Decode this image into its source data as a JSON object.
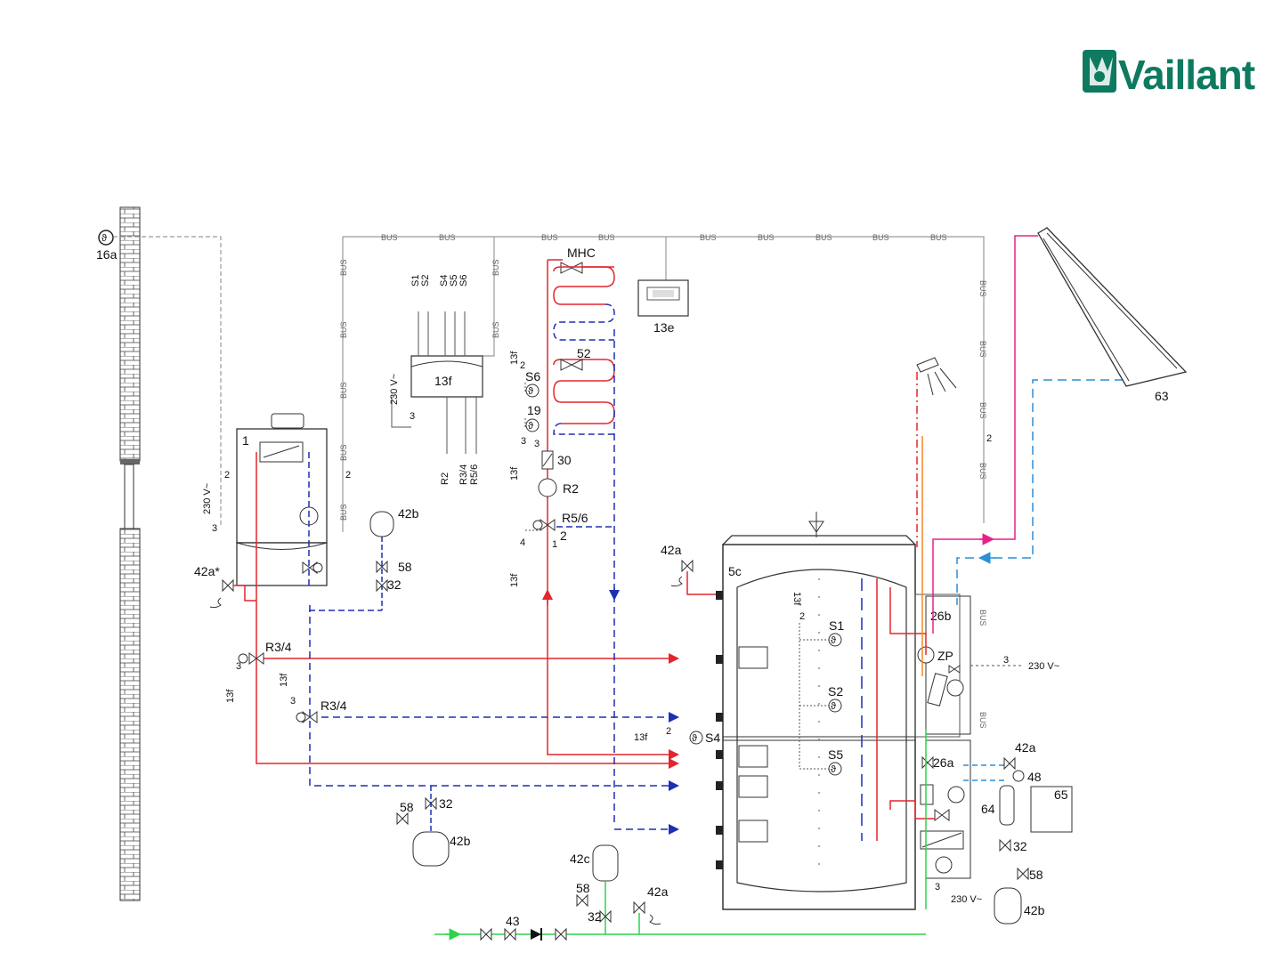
{
  "brand": {
    "name": "Vaillant",
    "color": "#0e7a5f"
  },
  "colors": {
    "flow": "#e3262c",
    "return": "#1f2fb4",
    "cold": "#2bd44a",
    "solar_flow": "#e8208a",
    "solar_return": "#2a8fd8",
    "bus": "#9a9a9a",
    "dhw": "#f08a24"
  },
  "bus_label": "BUS",
  "voltage_label": "230 V~",
  "labels": {
    "sensor_outdoor": "16a",
    "boiler": "1",
    "controller": "13e",
    "module": "13f",
    "mhc": "MHC",
    "valve_52": "52",
    "sensor_s6": "S6",
    "sensor_19": "19",
    "part_30": "30",
    "pump_r2": "R2",
    "mixer_r56": "R5/6",
    "mixer_r34": "R3/4",
    "vessel_42b": "42b",
    "vessel_42c": "42c",
    "valve_42a": "42a",
    "valve_42a_star": "42a*",
    "valve_58": "58",
    "valve_32": "32",
    "valve_43": "43",
    "tank": "5c",
    "sensor_s1": "S1",
    "sensor_s2": "S2",
    "sensor_s4": "S4",
    "sensor_s5": "S5",
    "solar_station": "26b",
    "zp": "ZP",
    "valve_26a": "26a",
    "part_48": "48",
    "vessel_64": "64",
    "vessel_65": "65",
    "collector": "63",
    "wire_2": "2",
    "wire_3": "3",
    "wire_4": "4",
    "num_1": "1"
  },
  "module_inputs": [
    "S1",
    "S2",
    "S4",
    "S5",
    "S6"
  ],
  "module_outputs": [
    "R2",
    "R3/4",
    "R5/6"
  ]
}
